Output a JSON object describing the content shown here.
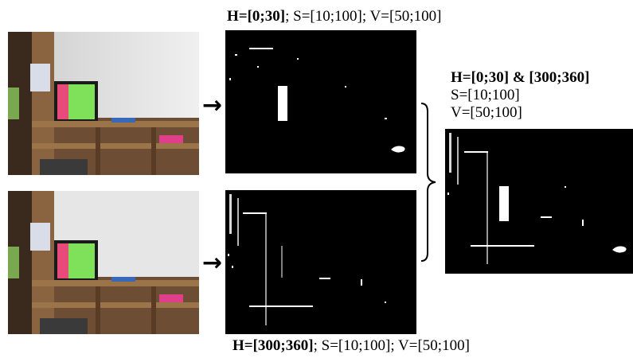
{
  "top_label": {
    "bold": "H=[0;30]",
    "rest": "; S=[10;100]; V=[50;100]"
  },
  "bottom_label": {
    "bold": "H=[300;360]",
    "rest": "; S=[10;100]; V=[50;100]"
  },
  "combined_label": {
    "line1": "H=[0;30] & [300;360]",
    "line2": "S=[10;100]",
    "line3": "V=[50;100]"
  },
  "colors": {
    "background": "#ffffff",
    "mask_bg": "#000000",
    "mask_fg": "#ffffff"
  },
  "icons": {
    "arrow": "right-arrow-icon",
    "bracket": "right-curly-bracket-icon"
  }
}
